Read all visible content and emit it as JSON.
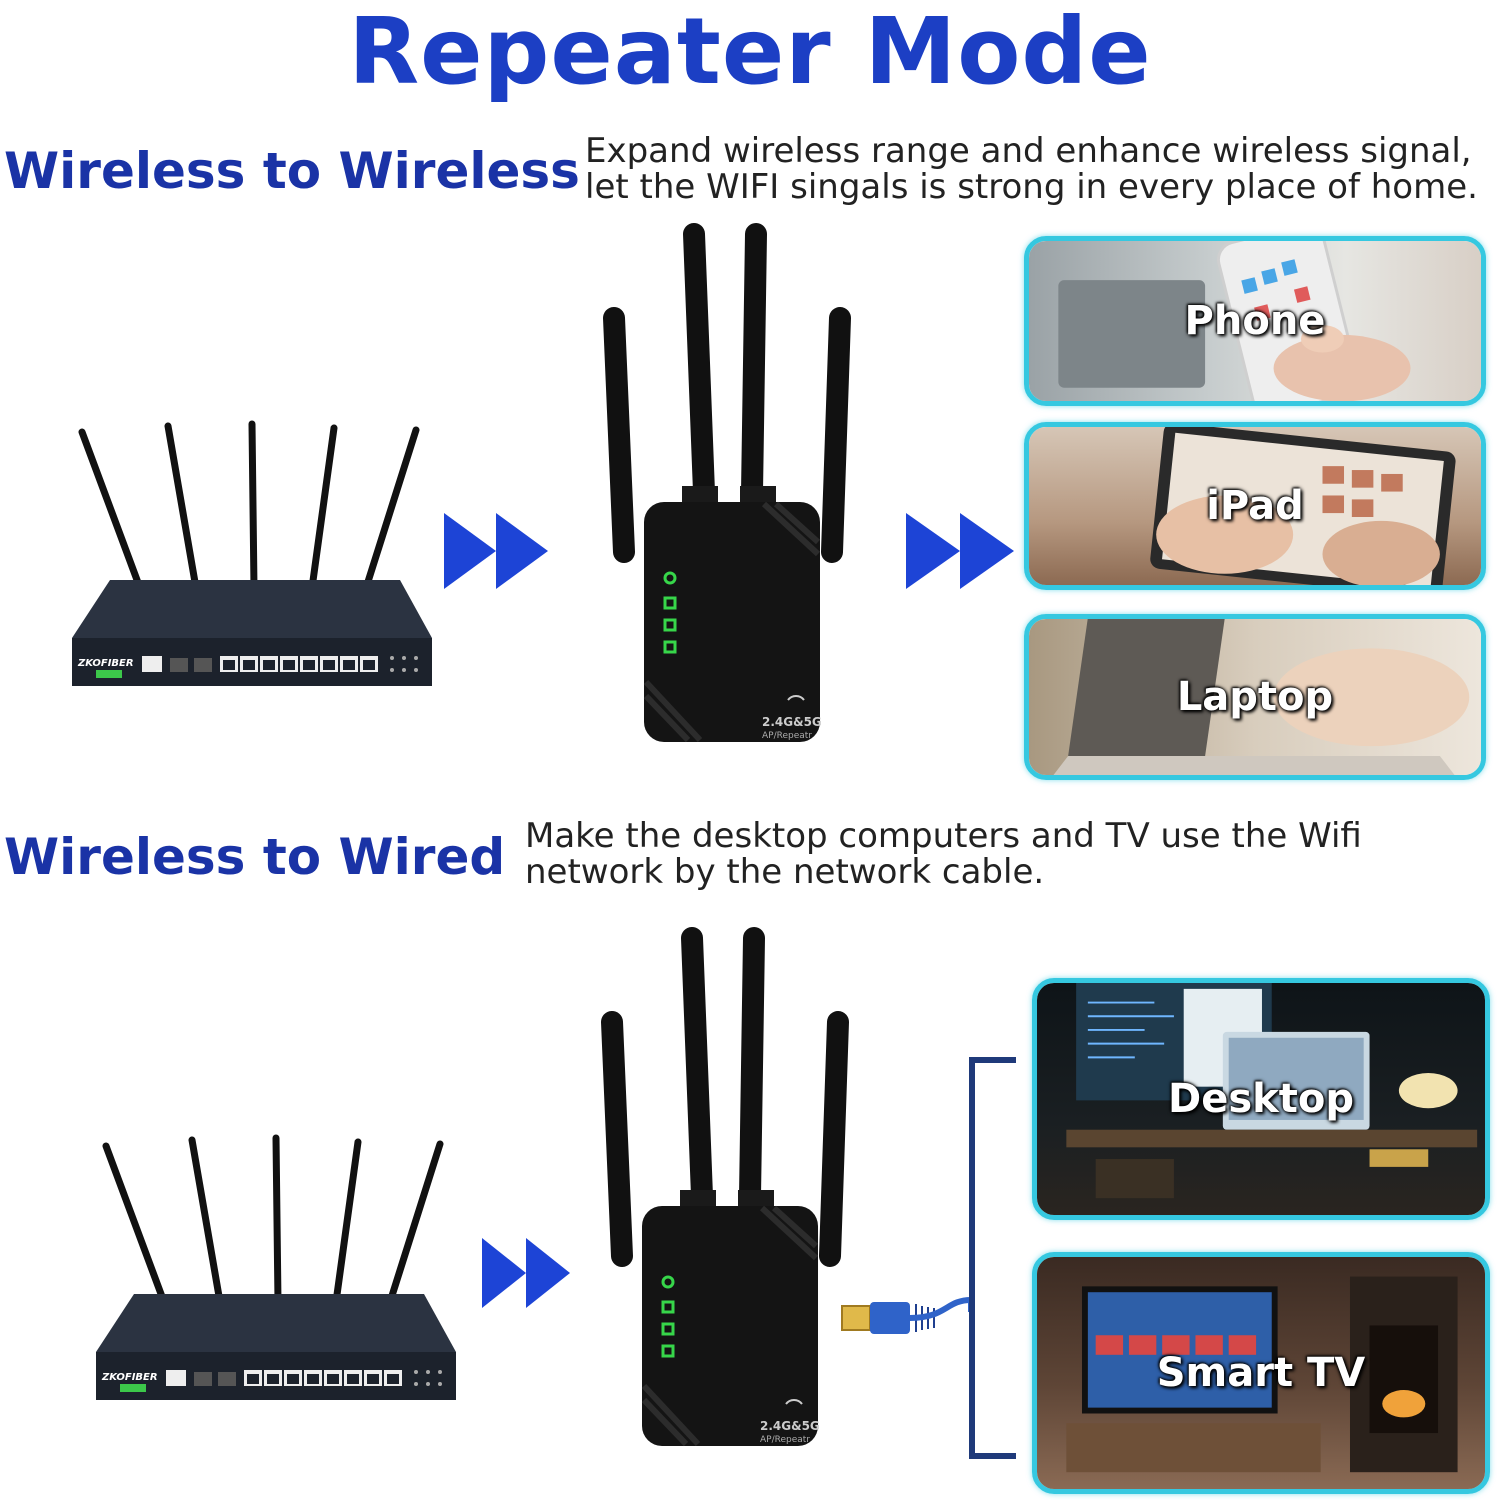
{
  "title": "Repeater Mode",
  "sections": [
    {
      "heading": "Wireless to Wireless",
      "description_lines": [
        "Expand wireless range and enhance wireless signal,",
        "let the WIFI singals is strong in every place of home."
      ],
      "devices": [
        "Phone",
        "iPad",
        "Laptop"
      ]
    },
    {
      "heading": "Wireless to Wired",
      "description_lines": [
        "Make the desktop computers and TV use the Wifi",
        "network by the network cable."
      ],
      "devices": [
        "Desktop",
        "Smart TV"
      ]
    }
  ],
  "router_brand": "ZKOFIBER",
  "repeater_label": {
    "line1": "2.4G&5G",
    "line2": "AP/Repeatr"
  },
  "colors": {
    "title": "#1c3fc4",
    "heading": "#1a33a6",
    "arrow": "#1d44d6",
    "card_border": "#35c8e0",
    "bracket": "#1f3a7a",
    "led": "#37d64a"
  }
}
